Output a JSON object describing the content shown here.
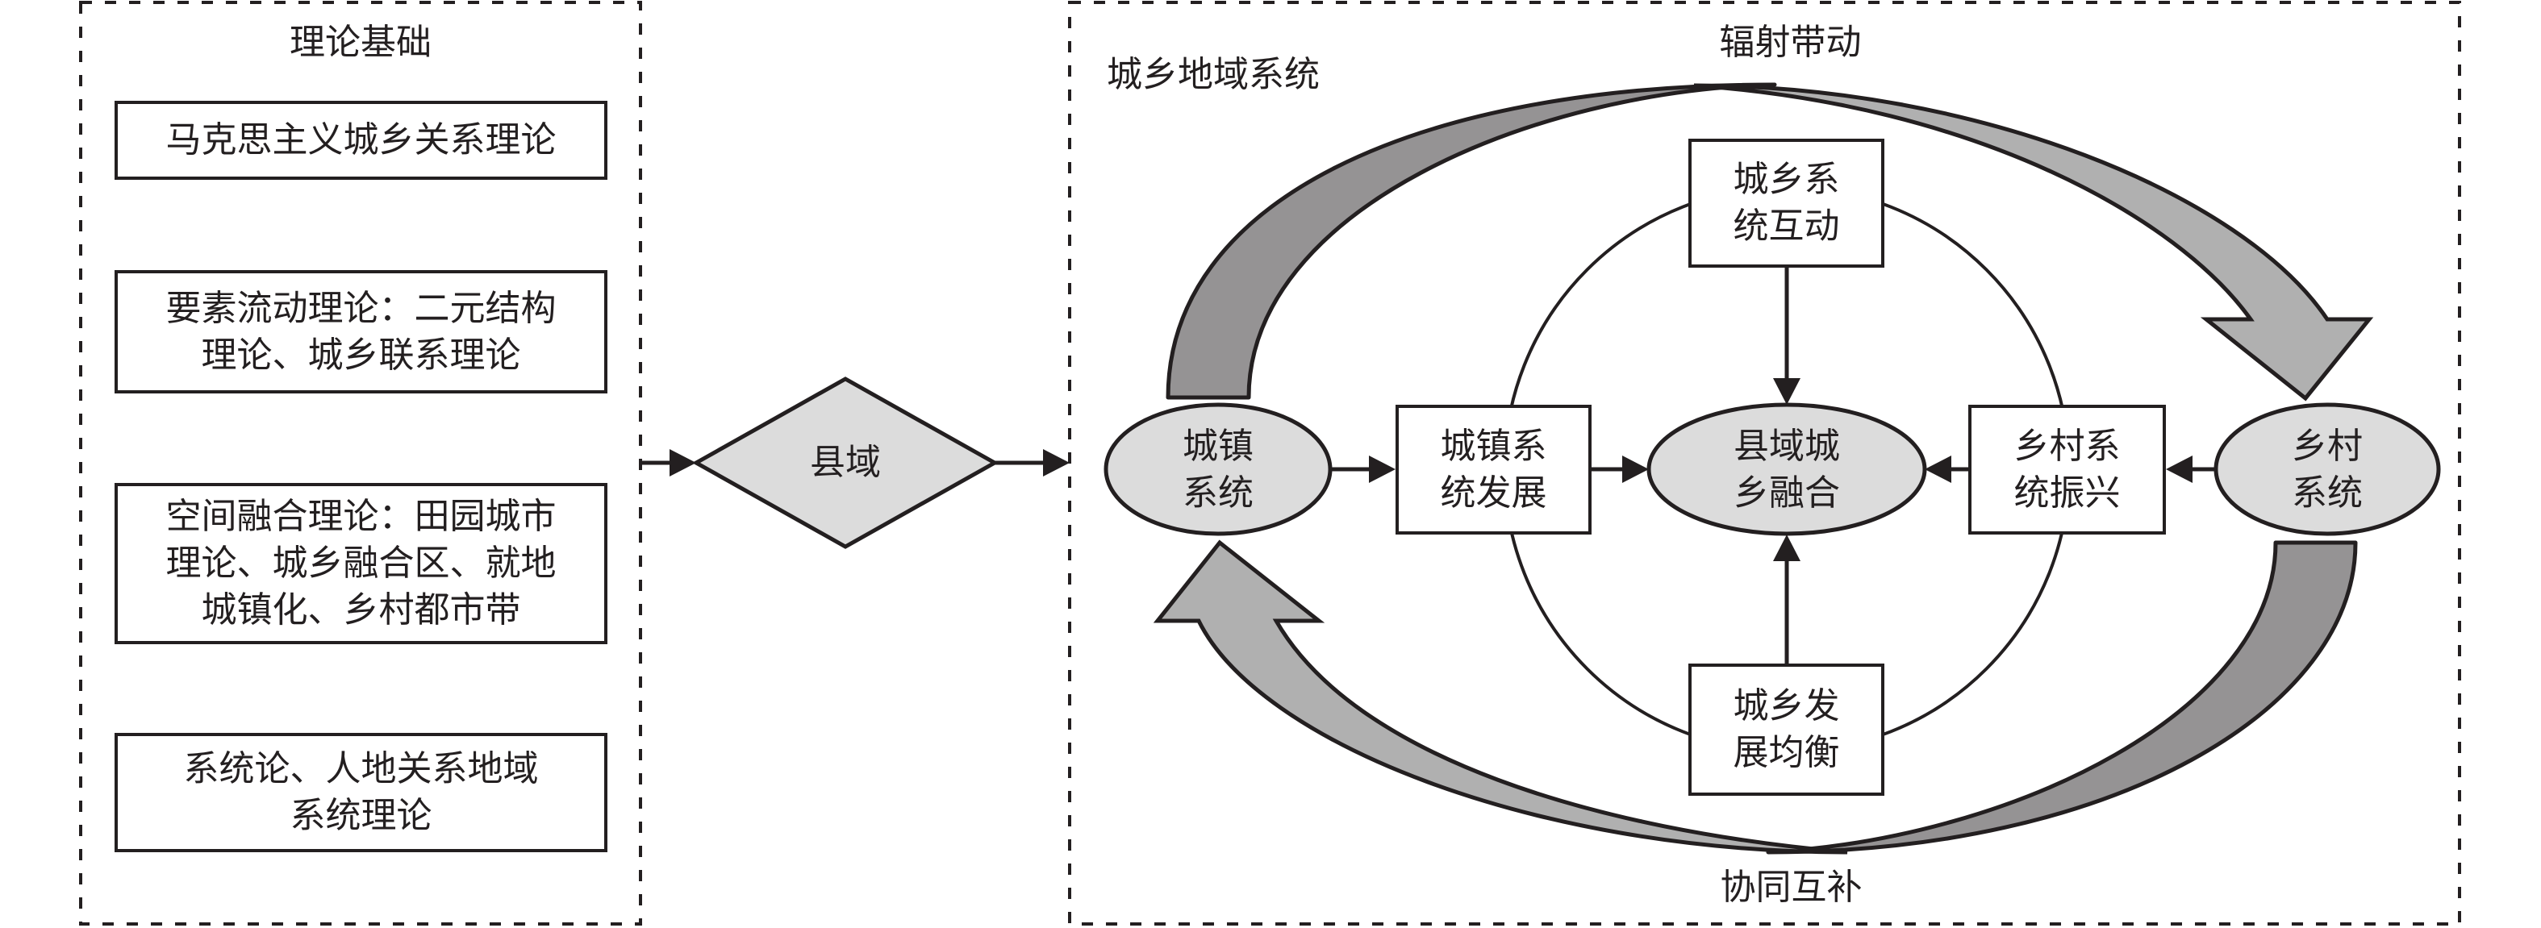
{
  "theory_panel": {
    "title": "理论基础",
    "boxes": [
      {
        "lines": [
          "马克思主义城乡关系理论"
        ]
      },
      {
        "lines": [
          "要素流动理论：二元结构",
          "理论、城乡联系理论"
        ]
      },
      {
        "lines": [
          "空间融合理论：田园城市",
          "理论、城乡融合区、就地",
          "城镇化、乡村都市带"
        ]
      },
      {
        "lines": [
          "系统论、人地关系地域",
          "系统理论"
        ]
      }
    ]
  },
  "county_node": {
    "label": "县域"
  },
  "system_panel": {
    "title": "城乡地域系统",
    "top_flow_label": "辐射带动",
    "bottom_flow_label": "协同互补",
    "urban_system": {
      "lines": [
        "城镇",
        "系统"
      ]
    },
    "rural_system": {
      "lines": [
        "乡村",
        "系统"
      ]
    },
    "urban_development": {
      "lines": [
        "城镇系",
        "统发展"
      ]
    },
    "rural_revitalization": {
      "lines": [
        "乡村系",
        "统振兴"
      ]
    },
    "interaction": {
      "lines": [
        "城乡系",
        "统互动"
      ]
    },
    "balance": {
      "lines": [
        "城乡发",
        "展均衡"
      ]
    },
    "core": {
      "lines": [
        "县域城",
        "乡融合"
      ]
    }
  },
  "colors": {
    "line": "#231f20",
    "node_fill": "#dcdcdc",
    "arrow_dark": "#959394",
    "arrow_light": "#b0b0b0"
  }
}
